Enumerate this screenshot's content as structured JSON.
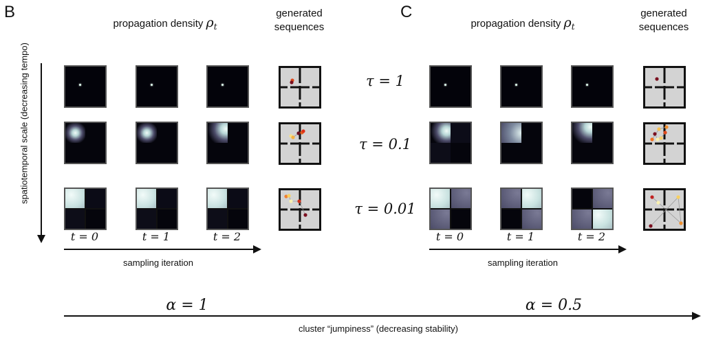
{
  "panels": [
    {
      "letter": "B",
      "header_density": "propagation density",
      "rho": "ρ",
      "rho_sub": "t",
      "header_generated": "generated sequences",
      "time_labels": [
        "t = 0",
        "t = 1",
        "t = 2"
      ],
      "x_axis_label": "sampling iteration",
      "alpha_label": "α = 1"
    },
    {
      "letter": "C",
      "header_density": "propagation density",
      "rho": "ρ",
      "rho_sub": "t",
      "header_generated": "generated sequences",
      "time_labels": [
        "t = 0",
        "t = 1",
        "t = 2"
      ],
      "x_axis_label": "sampling iteration",
      "alpha_label": "α = 0.5"
    }
  ],
  "tau_labels": [
    "τ = 1",
    "τ = 0.1",
    "τ = 0.01"
  ],
  "y_axis_label": "spatiotemporal scale (decreasing tempo)",
  "bottom_axis_label": "cluster “jumpiness” (decreasing stability)",
  "colors": {
    "density_bg": "#03030a",
    "density_high": "#e8f4f2",
    "density_mid": "#5a5a78",
    "maze_bg": "#d3d3d3"
  }
}
